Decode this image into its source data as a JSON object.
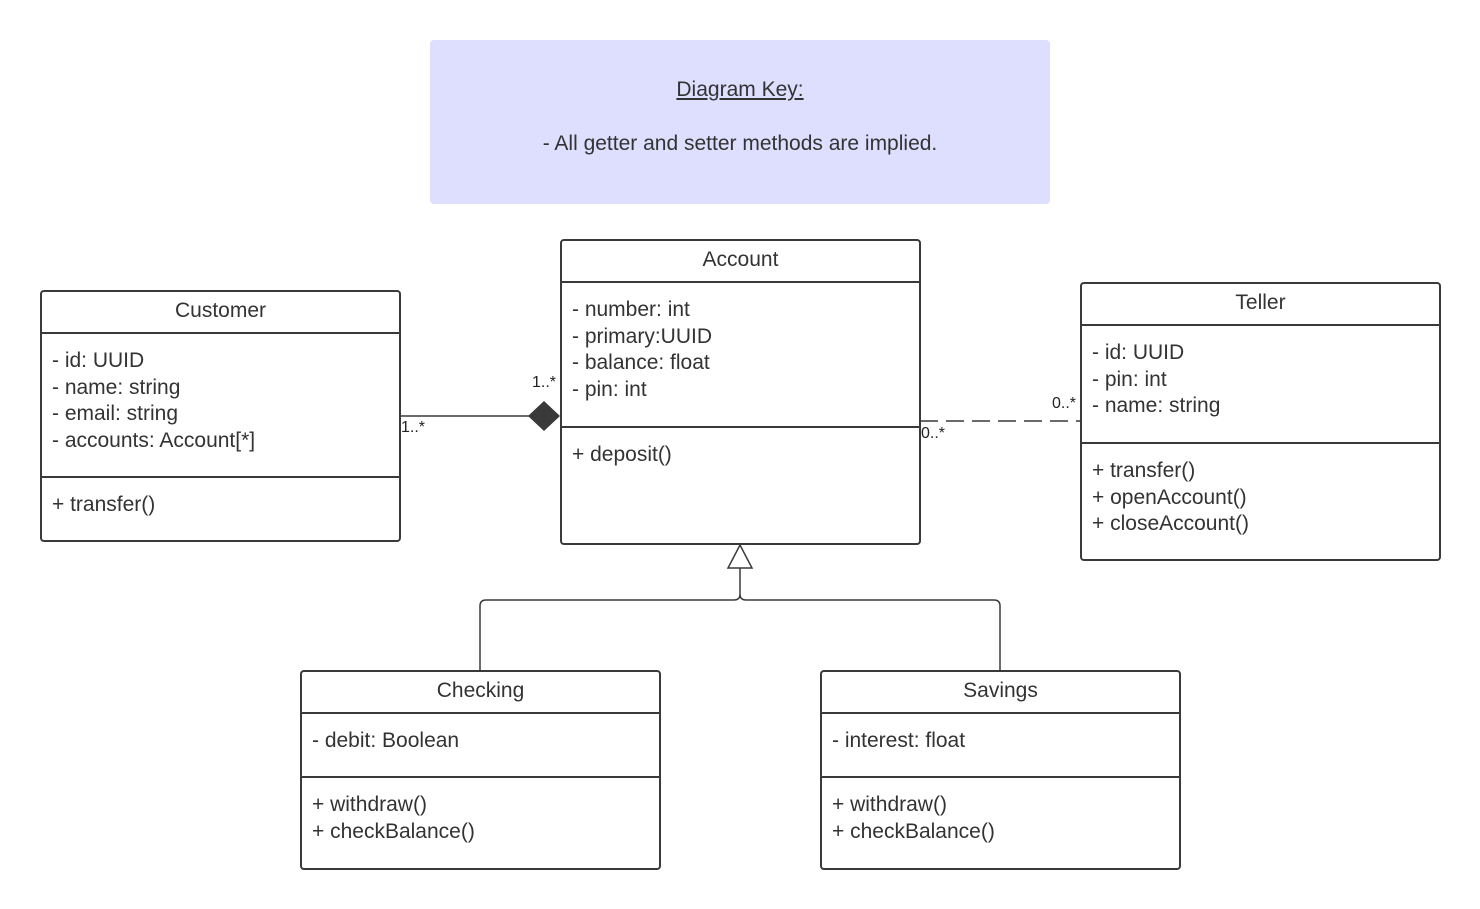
{
  "key": {
    "title": "Diagram Key:",
    "note": "- All getter and setter methods are implied."
  },
  "classes": {
    "customer": {
      "name": "Customer",
      "attributes": [
        "- id: UUID",
        "- name: string",
        "- email: string",
        "- accounts: Account[*]"
      ],
      "operations": [
        "+ transfer()"
      ]
    },
    "account": {
      "name": "Account",
      "attributes": [
        "- number: int",
        "- primary:UUID",
        "- balance: float",
        "- pin: int"
      ],
      "operations": [
        "+ deposit()"
      ]
    },
    "teller": {
      "name": "Teller",
      "attributes": [
        "- id: UUID",
        "- pin: int",
        "- name: string"
      ],
      "operations": [
        "+ transfer()",
        "+ openAccount()",
        "+ closeAccount()"
      ]
    },
    "checking": {
      "name": "Checking",
      "attributes": [
        "- debit: Boolean"
      ],
      "operations": [
        "+ withdraw()",
        "+ checkBalance()"
      ]
    },
    "savings": {
      "name": "Savings",
      "attributes": [
        "- interest: float"
      ],
      "operations": [
        "+ withdraw()",
        "+ checkBalance()"
      ]
    }
  },
  "relationships": {
    "customer_account": {
      "type": "composition",
      "customer_multiplicity": "1..*",
      "account_multiplicity": "1..*"
    },
    "account_teller": {
      "type": "dashed-association",
      "account_multiplicity": "0..*",
      "teller_multiplicity": "0..*"
    },
    "generalization": {
      "type": "inheritance",
      "parent": "Account",
      "children": [
        "Checking",
        "Savings"
      ]
    }
  },
  "colors": {
    "key_background": "#dedeff",
    "border": "#3a3a3a",
    "text": "#333333"
  }
}
